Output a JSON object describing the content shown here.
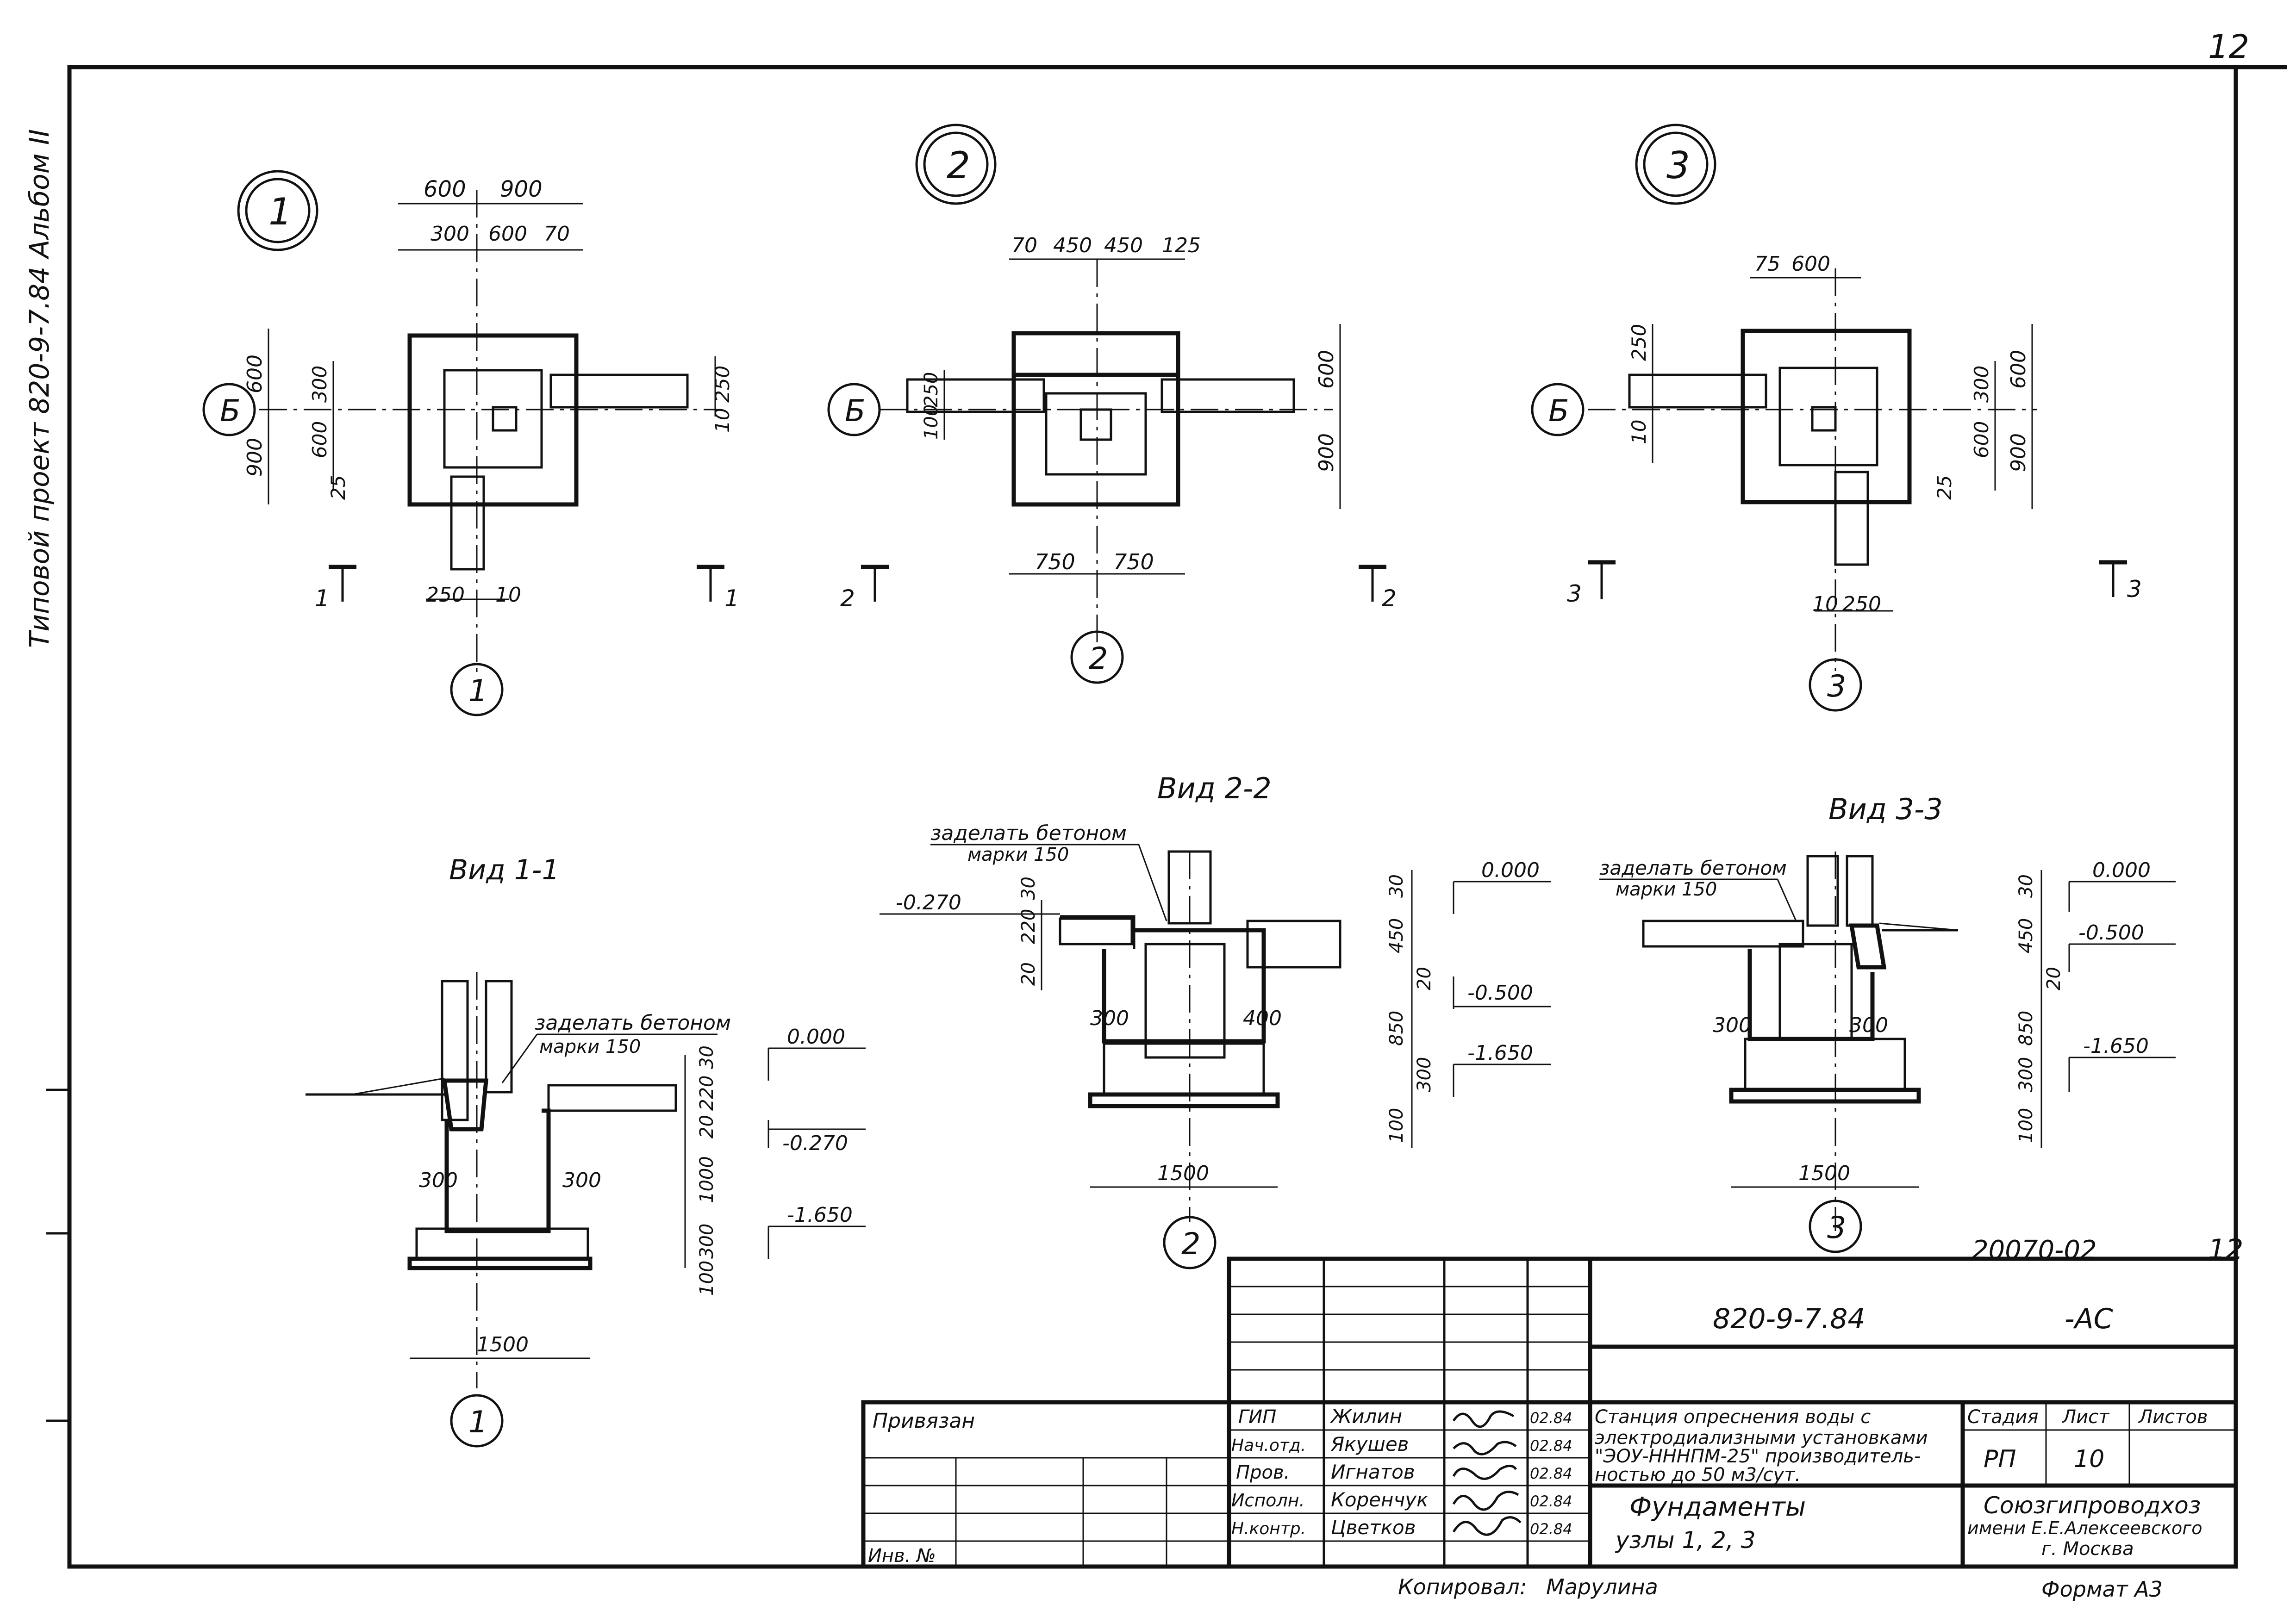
{
  "side_stamp": "Типовой проект 820-9-7.84 Альбом II",
  "sheet_corner_mark": "12",
  "node_markers": [
    "1",
    "2",
    "3"
  ],
  "axis_letter": "Б",
  "plans": [
    {
      "id": "1",
      "dims_top": [
        "600",
        "900"
      ],
      "dims_top2": [
        "300",
        "600",
        "70"
      ],
      "dims_left": [
        "600",
        "900"
      ],
      "dims_inner": [
        "300",
        "600",
        "25"
      ],
      "dims_right": [
        "250",
        "10"
      ],
      "dims_bottom": [
        "250",
        "10"
      ],
      "section_marks": [
        "1",
        "1"
      ],
      "axis_marker": "1"
    },
    {
      "id": "2",
      "dims_top": [
        "70",
        "450",
        "450",
        "125"
      ],
      "dims_left": [
        "250",
        "100"
      ],
      "dims_right": [
        "600",
        "900"
      ],
      "dims_bottom": [
        "750",
        "750"
      ],
      "section_marks": [
        "2",
        "2"
      ],
      "axis_marker": "2"
    },
    {
      "id": "3",
      "dims_top": [
        "75",
        "600"
      ],
      "dims_left": [
        "250",
        "10"
      ],
      "dims_inner": [
        "300",
        "600",
        "25"
      ],
      "dims_right": [
        "600",
        "900"
      ],
      "dims_bottom": [
        "10",
        "250"
      ],
      "section_marks": [
        "3",
        "3"
      ],
      "axis_marker": "3"
    }
  ],
  "sections": [
    {
      "title": "Вид 1-1",
      "note_line1": "заделать бетоном",
      "note_line2": "марки 150",
      "levels": [
        "0.000",
        "-0.270",
        "-1.650"
      ],
      "dims_vertical": [
        "30",
        "220",
        "20",
        "1000",
        "300",
        "100"
      ],
      "dims_side": [
        "300",
        "300"
      ],
      "dim_base": "1500",
      "axis_marker": "1"
    },
    {
      "title": "Вид 2-2",
      "note_line1": "заделать бетоном",
      "note_line2": "марки 150",
      "level_left": "-0.270",
      "dims_left": [
        "30",
        "220",
        "20"
      ],
      "levels": [
        "0.000",
        "-0.500",
        "-1.650"
      ],
      "dims_vertical": [
        "30",
        "450",
        "20",
        "850",
        "300",
        "100"
      ],
      "dims_side": [
        "300",
        "400"
      ],
      "dim_base": "1500",
      "axis_marker": "2"
    },
    {
      "title": "Вид 3-3",
      "note_line1": "заделать бетоном",
      "note_line2": "марки 150",
      "levels": [
        "0.000",
        "-0.500",
        "-1.650"
      ],
      "dims_vertical": [
        "30",
        "450",
        "20",
        "850",
        "300",
        "100"
      ],
      "dims_side": [
        "300",
        "300"
      ],
      "dim_base": "1500",
      "axis_marker": "3"
    }
  ],
  "title_block": {
    "doc_number": "20070-02",
    "sheet_top_number": "12",
    "designation": "820-9-7.84",
    "mark": "-АС",
    "privyazan": "Привязан",
    "inv_label": "Инв. №",
    "roles": [
      "ГИП",
      "Нач.отд.",
      "Пров.",
      "Исполн.",
      "Н.контр."
    ],
    "names": [
      "Жилин",
      "Якушев",
      "Игнатов",
      "Коренчук",
      "Цветков"
    ],
    "dates": [
      "02.84",
      "02.84",
      "02.84",
      "02.84",
      "02.84"
    ],
    "project_line1": "Станция опреснения воды с",
    "project_line2": "электродиализными установками",
    "project_line3": "\"ЭОУ-НННПМ-25\" производитель-",
    "project_line4": "ностью до 50 м3/сут.",
    "sheet_title_line1": "Фундаменты",
    "sheet_title_line2": "узлы 1, 2, 3",
    "stage_label": "Стадия",
    "sheet_label": "Лист",
    "sheets_label": "Листов",
    "stage_value": "РП",
    "sheet_value": "10",
    "org_line1": "Союзгипроводхоз",
    "org_line2": "имени Е.Е.Алексеевского",
    "org_line3": "г. Москва",
    "copied_label": "Копировал:",
    "copied_name": "Марулина",
    "format_label": "Формат А3"
  }
}
